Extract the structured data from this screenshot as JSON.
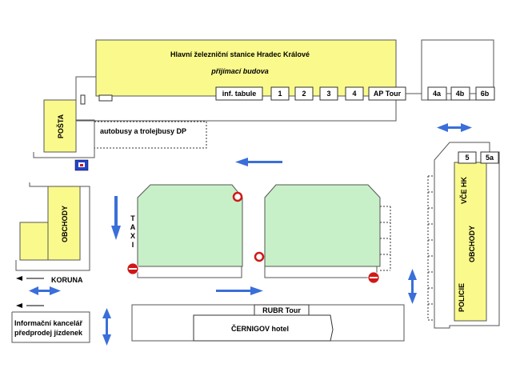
{
  "station": {
    "title": "Hlavní železniční stanice Hradec Králové",
    "subtitle": "přijímací budova",
    "info_board": "inf. tabule",
    "platforms": [
      "1",
      "2",
      "3",
      "4"
    ],
    "ap_tour": "AP Tour",
    "east_platforms": [
      "4a",
      "4b",
      "6b"
    ]
  },
  "post_office": "POŠTA",
  "bus_area": "autobusy a trolejbusy DP",
  "shops_left": "OBCHODY",
  "koruna": "KORUNA",
  "info_office": {
    "line1": "Informační kancelář",
    "line2": "předprodej jízdenek"
  },
  "taxi": [
    "T",
    "A",
    "X",
    "I"
  ],
  "rubr_tour": "RUBR Tour",
  "hotel": "ČERNIGOV hotel",
  "right_block": {
    "platforms": [
      "5",
      "5a"
    ],
    "vce": "VČE HK",
    "shops": "OBCHODY",
    "police": "POLICIE"
  },
  "colors": {
    "building": "#fafa8c",
    "green_area": "#c8f0c8",
    "arrow": "#3a6fd9",
    "sign": "#d01818"
  }
}
